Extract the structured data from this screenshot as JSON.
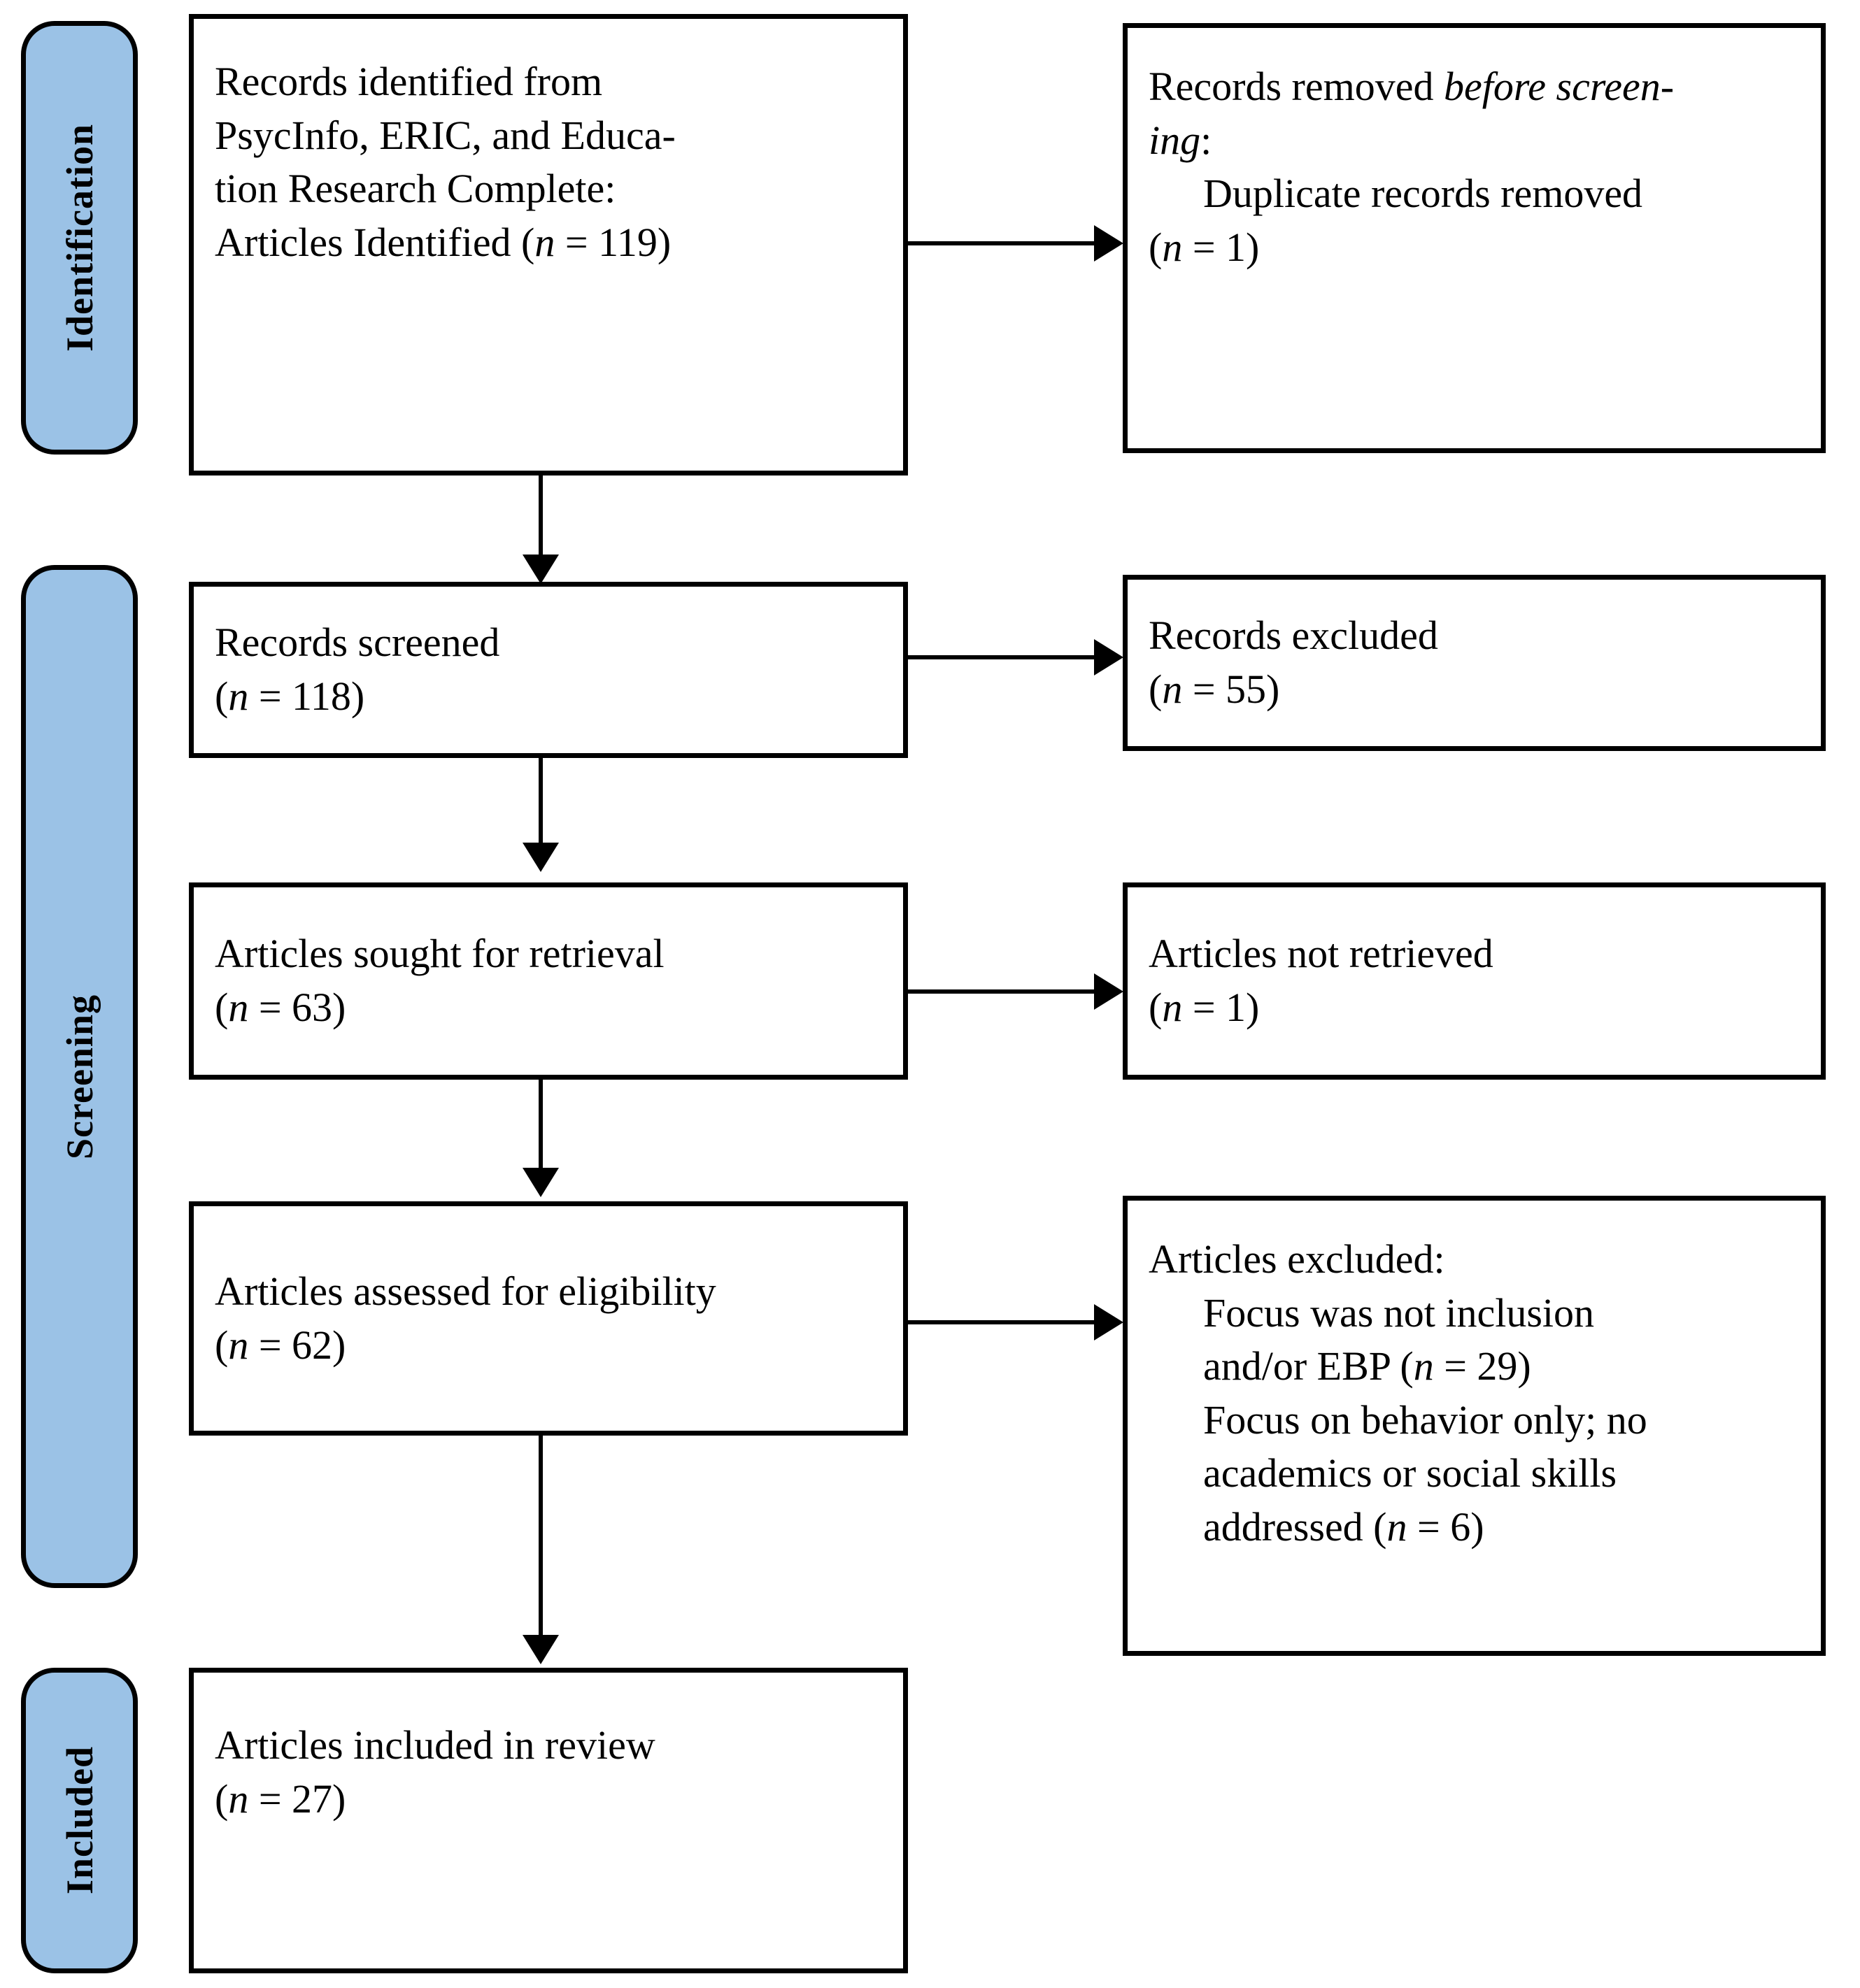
{
  "diagram": {
    "title": "PRISMA flow diagram",
    "accent_color": "#9BC2E6",
    "line_color": "#000000",
    "background_color": "#FFFFFF"
  },
  "phases": [
    {
      "id": "identification",
      "label": "Identification"
    },
    {
      "id": "screening",
      "label": "Screening"
    },
    {
      "id": "included",
      "label": "Included"
    }
  ],
  "boxes": {
    "records_identified": {
      "line1": "Records identified from",
      "line2": "PsycInfo, ERIC, and Educa-",
      "line3": "tion Research Complete:",
      "line4_text": "Articles Identified (",
      "line4_n": "n",
      "line4_eq": " = 119)"
    },
    "records_removed": {
      "line1_prefix": "Records removed ",
      "line1_italic": "before screen-",
      "line2_italic": "ing",
      "line2_suffix": ":",
      "line3": "Duplicate records removed",
      "line4_open": "(",
      "line4_n": "n",
      "line4_eq": " = 1)"
    },
    "records_screened": {
      "line1": "Records screened",
      "line2_open": "(",
      "line2_n": "n",
      "line2_eq": " = 118)"
    },
    "records_excluded": {
      "line1": "Records excluded",
      "line2_open": "(",
      "line2_n": "n",
      "line2_eq": " = 55)"
    },
    "articles_sought": {
      "line1": "Articles sought for retrieval",
      "line2_open": "(",
      "line2_n": "n",
      "line2_eq": " = 63)"
    },
    "articles_not_retrieved": {
      "line1": "Articles not retrieved",
      "line2_open": "(",
      "line2_n": "n",
      "line2_eq": " = 1)"
    },
    "articles_assessed": {
      "line1": "Articles assessed for eligibility",
      "line2_open": "(",
      "line2_n": "n",
      "line2_eq": " = 62)"
    },
    "articles_excluded": {
      "heading": "Articles excluded:",
      "reason1_a": "Focus was not inclusion",
      "reason1_b": "and/or EBP (",
      "reason1_n": "n",
      "reason1_c": " = 29)",
      "reason2_a": "Focus on behavior only; no",
      "reason2_b": "academics or social skills",
      "reason2_c": "addressed (",
      "reason2_n": "n",
      "reason2_d": " = 6)"
    },
    "articles_included": {
      "line1": "Articles included in review",
      "line2_open": "(",
      "line2_n": "n",
      "line2_eq": " = 27)"
    }
  },
  "chart_data": {
    "type": "diagram",
    "title": "PRISMA 2020 flow diagram",
    "nodes": [
      {
        "id": "records_identified",
        "phase": "Identification",
        "label": "Records identified from PsycInfo, ERIC, and Education Research Complete: Articles Identified",
        "n": 119
      },
      {
        "id": "records_removed",
        "phase": "Identification",
        "label": "Records removed before screening: Duplicate records removed",
        "n": 1
      },
      {
        "id": "records_screened",
        "phase": "Screening",
        "label": "Records screened",
        "n": 118
      },
      {
        "id": "records_excluded",
        "phase": "Screening",
        "label": "Records excluded",
        "n": 55
      },
      {
        "id": "articles_sought",
        "phase": "Screening",
        "label": "Articles sought for retrieval",
        "n": 63
      },
      {
        "id": "articles_not_retrieved",
        "phase": "Screening",
        "label": "Articles not retrieved",
        "n": 1
      },
      {
        "id": "articles_assessed",
        "phase": "Screening",
        "label": "Articles assessed for eligibility",
        "n": 62
      },
      {
        "id": "articles_excluded_reason_1",
        "phase": "Screening",
        "label": "Articles excluded: Focus was not inclusion and/or EBP",
        "n": 29
      },
      {
        "id": "articles_excluded_reason_2",
        "phase": "Screening",
        "label": "Articles excluded: Focus on behavior only; no academics or social skills addressed",
        "n": 6
      },
      {
        "id": "articles_included",
        "phase": "Included",
        "label": "Articles included in review",
        "n": 27
      }
    ],
    "edges": [
      {
        "from": "records_identified",
        "to": "records_removed",
        "direction": "right"
      },
      {
        "from": "records_identified",
        "to": "records_screened",
        "direction": "down"
      },
      {
        "from": "records_screened",
        "to": "records_excluded",
        "direction": "right"
      },
      {
        "from": "records_screened",
        "to": "articles_sought",
        "direction": "down"
      },
      {
        "from": "articles_sought",
        "to": "articles_not_retrieved",
        "direction": "right"
      },
      {
        "from": "articles_sought",
        "to": "articles_assessed",
        "direction": "down"
      },
      {
        "from": "articles_assessed",
        "to": "articles_excluded_reason_1",
        "direction": "right"
      },
      {
        "from": "articles_assessed",
        "to": "articles_included",
        "direction": "down"
      }
    ]
  }
}
